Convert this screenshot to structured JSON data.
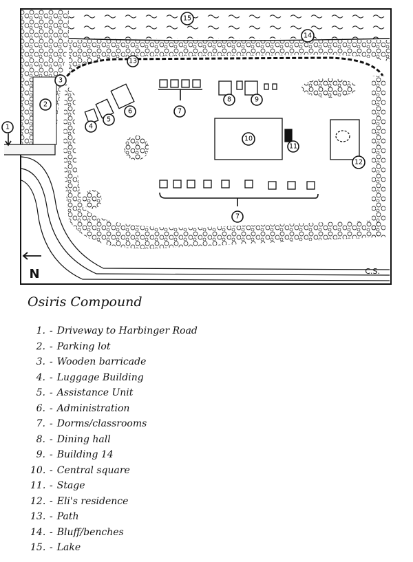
{
  "map": {
    "compass_letter": "N",
    "signature": "C.S.",
    "markers": [
      "1",
      "2",
      "3",
      "4",
      "5",
      "6",
      "7",
      "7",
      "8",
      "9",
      "10",
      "11",
      "12",
      "13",
      "14",
      "15"
    ]
  },
  "title": "Osiris Compound",
  "legend": [
    {
      "num": "1.",
      "label": "Driveway to Harbinger Road"
    },
    {
      "num": "2.",
      "label": "Parking lot"
    },
    {
      "num": "3.",
      "label": "Wooden barricade"
    },
    {
      "num": "4.",
      "label": "Luggage Building"
    },
    {
      "num": "5.",
      "label": "Assistance Unit"
    },
    {
      "num": "6.",
      "label": "Administration"
    },
    {
      "num": "7.",
      "label": "Dorms/classrooms"
    },
    {
      "num": "8.",
      "label": "Dining hall"
    },
    {
      "num": "9.",
      "label": "Building 14"
    },
    {
      "num": "10.",
      "label": "Central square"
    },
    {
      "num": "11.",
      "label": "Stage"
    },
    {
      "num": "12.",
      "label": "Eli's residence"
    },
    {
      "num": "13.",
      "label": "Path"
    },
    {
      "num": "14.",
      "label": "Bluff/benches"
    },
    {
      "num": "15.",
      "label": "Lake"
    }
  ]
}
